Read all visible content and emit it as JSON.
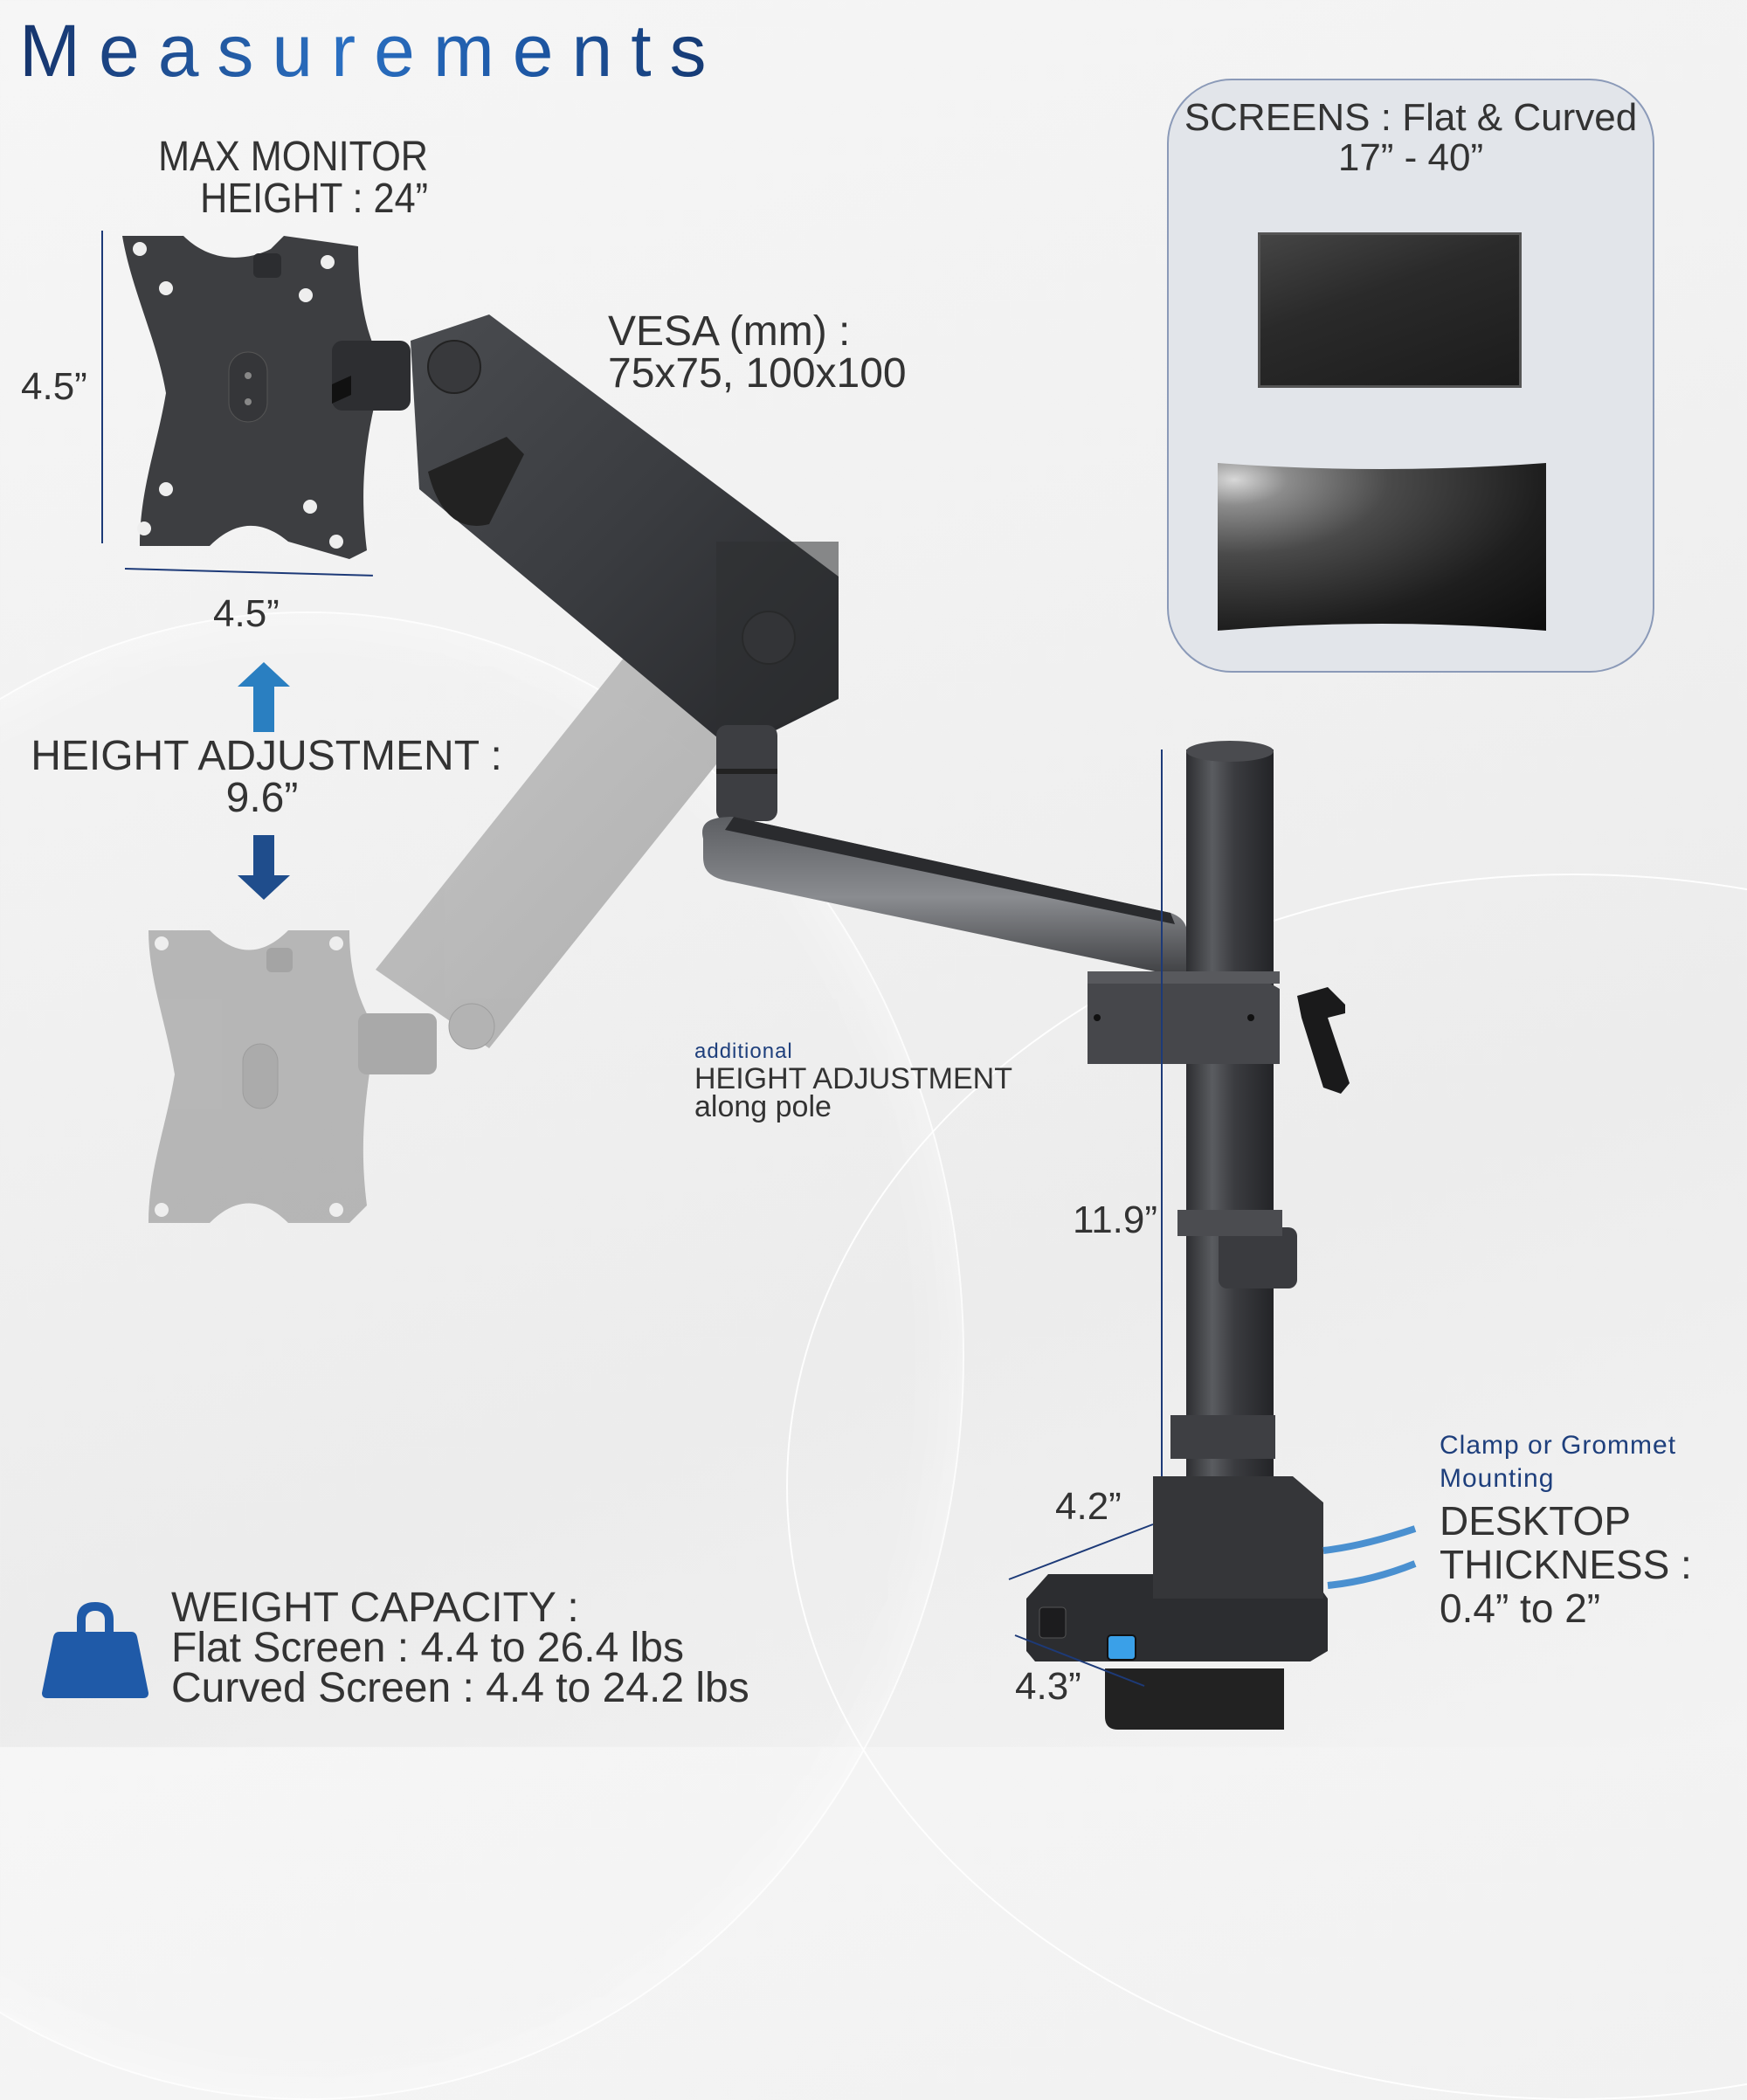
{
  "title": "Measurements",
  "max_monitor": {
    "line1": "MAX MONITOR",
    "line2": "HEIGHT : 24”"
  },
  "plate_dims": {
    "height": "4.5”",
    "width": "4.5”"
  },
  "vesa": {
    "label": "VESA (mm) :",
    "value": "75x75, 100x100"
  },
  "height_adjustment": {
    "label": "HEIGHT ADJUSTMENT :",
    "value": "9.6”",
    "arrow_up_color": "#2a7fc1",
    "arrow_down_color": "#1f4d8c"
  },
  "screens": {
    "label": "SCREENS : Flat & Curved",
    "range": "17” - 40”",
    "types": [
      "Flat",
      "Curved"
    ]
  },
  "pole_adjustment": {
    "prefix": "additional",
    "label": "HEIGHT ADJUSTMENT",
    "suffix": "along pole"
  },
  "pole_height": "11.9”",
  "base_dims": {
    "depth": "4.2”",
    "width": "4.3”"
  },
  "mounting": {
    "line1": "Clamp or Grommet",
    "line2": "Mounting"
  },
  "desktop_thickness": {
    "line1": "DESKTOP",
    "line2": "THICKNESS :",
    "value": "0.4” to 2”"
  },
  "weight_capacity": {
    "label": "WEIGHT CAPACITY :",
    "flat": "Flat Screen : 4.4 to 26.4 lbs",
    "curved": "Curved Screen : 4.4 to 24.2 lbs",
    "icon": "weight-icon",
    "icon_color": "#1f5aa8"
  },
  "colors": {
    "accent_blue": "#1c4e96",
    "dim_line": "#1d3a78",
    "text": "#333333",
    "arm_dark": "#3b3d40",
    "arm_ghost": "#b9b9b9",
    "cable_blue": "#4a90d0"
  }
}
